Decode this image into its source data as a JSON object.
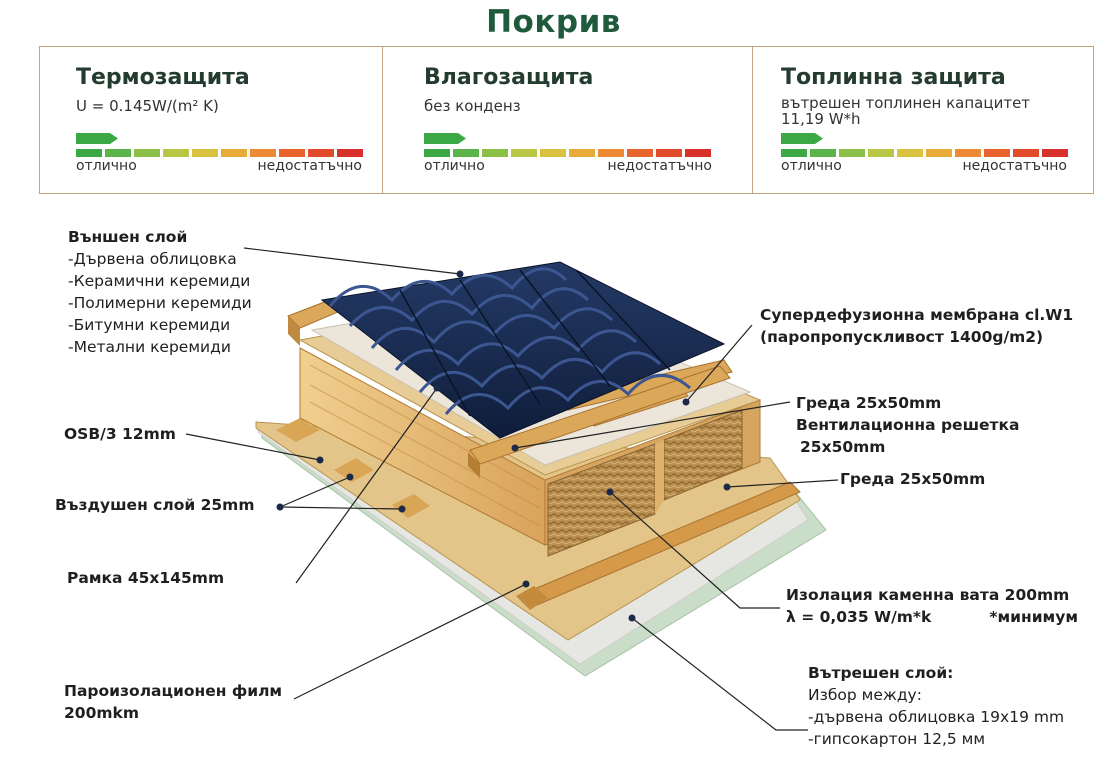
{
  "title": "Покрив",
  "panels": [
    {
      "title": "Термозащита",
      "subtitle": "U = 0.145W/(m² K)",
      "subtitle2": "",
      "good": "отлично",
      "bad": "недостатъчно",
      "rating": "отлично"
    },
    {
      "title": "Влагозащита",
      "subtitle": "без конденз",
      "subtitle2": "",
      "good": "отлично",
      "bad": "недостатъчно",
      "rating": "отлично"
    },
    {
      "title": "Топлинна защита",
      "subtitle": "вътрешен топлинен капацитет",
      "subtitle2": "11,19 W*h",
      "good": "отлично",
      "bad": "недостатъчно",
      "rating": "отлично"
    }
  ],
  "scale_colors": [
    "#3aa845",
    "#5bb34a",
    "#8cbf48",
    "#b8c646",
    "#d8c23f",
    "#e9ab38",
    "#ec8b33",
    "#e8642e",
    "#e24a2c",
    "#d8302a"
  ],
  "labels": {
    "outer_layer": {
      "heading": "Външен слой",
      "items": [
        "-Дървена облицовка",
        "-Керамични керемиди",
        "-Полимерни керемиди",
        "-Битумни керемиди",
        "-Метални керемиди"
      ]
    },
    "osb": "OSB/3 12mm",
    "air_layer": "Въздушен слой 25mm",
    "frame": "Рамка 45x145mm",
    "vapor_film": {
      "line1": "Пароизолационен филм",
      "line2": "200mkm"
    },
    "membrane": {
      "line1": "Супердефузионна мембрана cl.W1",
      "line2": "(паропропускливост  1400g/m2)"
    },
    "batten": {
      "line1": "Греда 25x50mm",
      "line2": "Вентилационна решетка",
      "line3": "25x50mm"
    },
    "beam": "Греда 25x50mm",
    "insulation": {
      "line1": "Изолация каменна вата 200mm",
      "line2": "λ = 0,035 W/m*k",
      "note": "*минимум"
    },
    "inner_layer": {
      "heading": "Вътрешен слой:",
      "intro": "Избор между:",
      "items": [
        "-дървена облицовка 19x19 mm",
        "-гипсокартон 12,5 мм"
      ]
    }
  }
}
